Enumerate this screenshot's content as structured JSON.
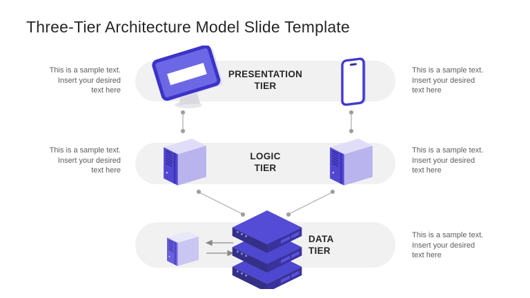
{
  "title": "Three-Tier Architecture Model Slide Template",
  "tiers": [
    {
      "name": "presentation-tier",
      "label": "PRESENTATION\nTIER",
      "left_text": "This is a sample text.\nInsert your desired\ntext here",
      "right_text": "This is a sample text.\nInsert your desired\ntext here",
      "icons": [
        "desktop-computer-icon",
        "smartphone-icon"
      ]
    },
    {
      "name": "logic-tier",
      "label": "LOGIC\nTIER",
      "left_text": "This is a sample text.\nInsert your desired\ntext here",
      "right_text": "This is a sample text.\nInsert your desired\ntext here",
      "icons": [
        "server-tower-icon",
        "server-tower-icon"
      ]
    },
    {
      "name": "data-tier",
      "label": "DATA\nTIER",
      "right_text": "This is a sample text.\nInsert your desired\ntext here",
      "icons": [
        "small-server-tower-icon",
        "database-server-stack-icon",
        "arrow-left-icon",
        "arrow-right-icon"
      ]
    }
  ],
  "colors": {
    "pill_background": "#F1F1F2",
    "label_text": "#262626",
    "side_text": "#5C5C5C",
    "screen_purple": "#6C68E5",
    "outline_blue": "#3C33C8",
    "server_front_purple": "#5247D1",
    "server_side_lavender": "#B9B4EE",
    "server_top_lavender": "#DFDDF7",
    "stack_top_blue": "#4E47CF",
    "stack_front_navy": "#343086",
    "connector_gray": "#A9A9A9"
  }
}
